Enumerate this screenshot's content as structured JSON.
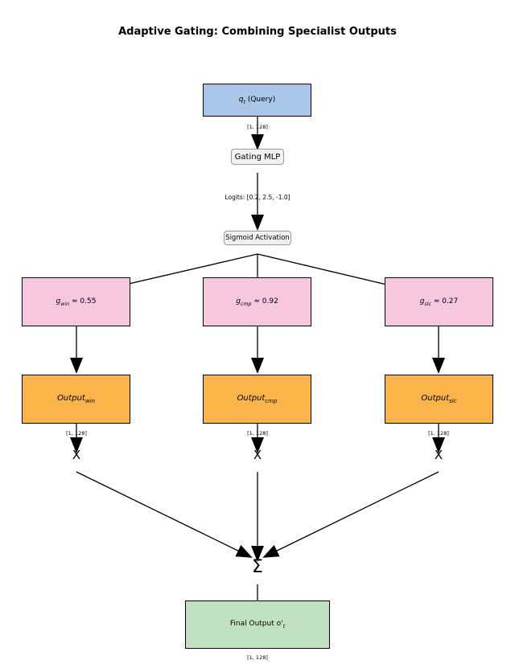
{
  "title": "Adaptive Gating: Combining Specialist Outputs",
  "query": {
    "sym": "q",
    "sub": "t",
    "text": " (Query)"
  },
  "query_shape": "[1, 128]",
  "gating_mlp": "Gating MLP",
  "logits": "Logits: [0.2, 2.5, -1.0]",
  "sigmoid": "Sigmoid Activation",
  "gates": [
    {
      "sym": "g",
      "sub": "win",
      "val": " ≈ 0.55"
    },
    {
      "sym": "g",
      "sub": "cmp",
      "val": " ≈ 0.92"
    },
    {
      "sym": "g",
      "sub": "slc",
      "val": " ≈ 0.27"
    }
  ],
  "outputs": [
    {
      "name": "Output",
      "sub": "win",
      "shape": "[1, 128]"
    },
    {
      "name": "Output",
      "sub": "cmp",
      "shape": "[1, 128]"
    },
    {
      "name": "Output",
      "sub": "slc",
      "shape": "[1, 128]"
    }
  ],
  "times": "X",
  "sum": "Σ",
  "final": {
    "text": "Final Output o'",
    "sub": "t"
  },
  "final_shape": "[1, 128]",
  "colors": {
    "query_fill": "#a9c6e8",
    "gate_fill": "#f5c8e0",
    "output_fill": "#fbb44a",
    "final_fill": "#c2e0c2",
    "pill_fill": "#f2f2f2"
  }
}
